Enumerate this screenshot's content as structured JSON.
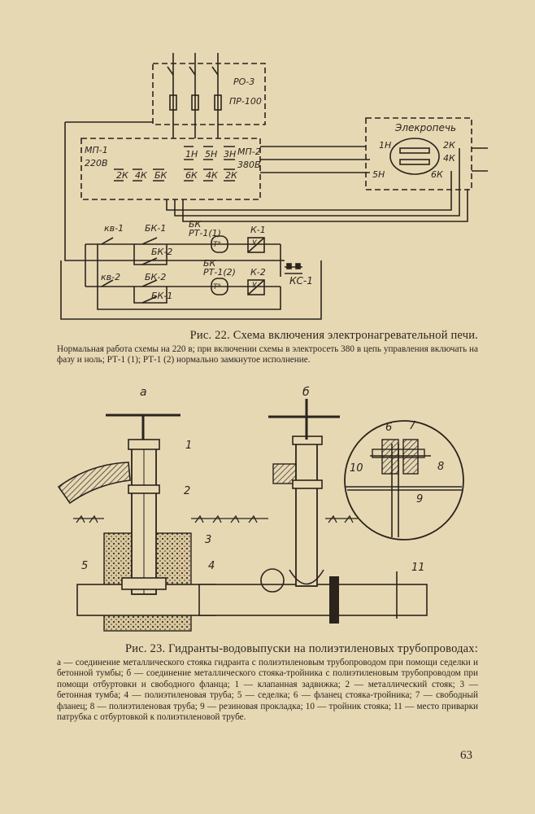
{
  "figure22": {
    "labels": {
      "ro3": "РО-3",
      "pr100": "ПР-100",
      "mp1": "МП-1",
      "v220": "220В",
      "mp2": "МП-2",
      "v380": "380В",
      "elekropech": "Элекропечь",
      "k_1h": "1Н",
      "k_5h": "5Н",
      "k_3h": "3Н",
      "k_2k": "2К",
      "k_4k": "4К",
      "k_6k": "6К",
      "k_bk": "БК",
      "kv1": "кв-1",
      "kv2": "кв-2",
      "bk1": "БК-1",
      "bk2": "БК-2",
      "bk_rt1_1": "БК\nРТ-1(1)",
      "bk_rt1_2": "БК\nРТ-1(2)",
      "k1": "К-1",
      "k2": "К-2",
      "ks1": "КС-1",
      "t": "T°",
      "u": "У"
    },
    "caption_title": "Рис. 22. Схема включения электронагревательной печи.",
    "caption_body": "Нормальная работа схемы на 220 в; при включении схемы в электросеть 380 в цепь управления включать на фазу и ноль; РТ-1 (1); РТ-1 (2) нормально замкнутое исполнение."
  },
  "figure23": {
    "labels": {
      "a": "а",
      "b": "б",
      "n1": "1",
      "n2": "2",
      "n3": "3",
      "n4": "4",
      "n5": "5",
      "n6": "6",
      "n7": "7",
      "n8": "8",
      "n9": "9",
      "n10": "10",
      "n11": "11"
    },
    "caption_title": "Рис. 23. Гидранты-водовыпуски на полиэтиленовых трубопроводах:",
    "caption_body": "а — соединение металлического стояка гидранта с полиэтиленовым трубопроводом при помощи седелки и бетонной тумбы; б — соединение металлического стояка-тройника с полиэтиленовым трубопроводом при помощи отбуртовки и свободного фланца; 1 — клапанная задвижка; 2 — металлический стояк; 3 — бетонная тумба; 4 — полиэтиленовая труба; 5 — седелка; 6 — фланец стояка-тройника; 7 — свободный фланец; 8 — полиэтиленовая труба; 9 — резиновая прокладка; 10 — тройник стояка; 11 — место приварки патрубка с отбуртовкой к полиэтиленовой трубе."
  },
  "page_number": "63"
}
